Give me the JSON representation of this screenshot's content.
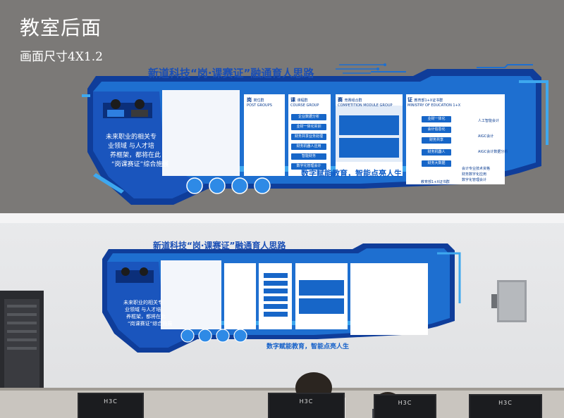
{
  "page": {
    "title": "教室后面",
    "subtitle": "画面尺寸4X1.2"
  },
  "board": {
    "headline": "新道科技“岗·课赛证”融通育人思路",
    "slogan": "数字赋能教育，智能点亮人生",
    "left_texts": [
      "未来职业的相关专",
      "业领域 与人才培",
      "养框架，都将在此",
      "“岗课赛证”综合施展"
    ],
    "columns": [
      {
        "char": "岗",
        "label": "岗位群",
        "en": "POST GROUPS"
      },
      {
        "char": "课",
        "label": "课程群",
        "en": "COURSE GROUP"
      },
      {
        "char": "赛",
        "label": "竞赛组合群",
        "en": "COMPETITION MODULE GROUP"
      },
      {
        "char": "证",
        "label": "教育部1+X证书群",
        "en": "MINISTRY OF EDUCATION 1+X"
      }
    ],
    "right_bottom": [
      "会计专业技术资格",
      "财务数字化应用",
      "数字化管理会计"
    ],
    "right_pills": [
      "业财一体化",
      "会计信息化",
      "财务共享",
      "财务机器人",
      "财务大数据"
    ],
    "right_circles": [
      "人工智能会计",
      "AIGC会计",
      "AIGC会计数据分析"
    ],
    "course_pills": [
      "企业数据分析",
      "业财一体化实训",
      "财务共享业务处理",
      "财务机器人应用",
      "智能财务",
      "数字化管理会计"
    ],
    "footer_note": "教育部1+X证书群"
  },
  "photo": {
    "monitor_brand": "H3C"
  },
  "colors": {
    "board_dark": "#0f3d9a",
    "board_mid": "#1e6fd0",
    "board_light": "#3ea8ef",
    "wall_gray": "#7b7977"
  }
}
